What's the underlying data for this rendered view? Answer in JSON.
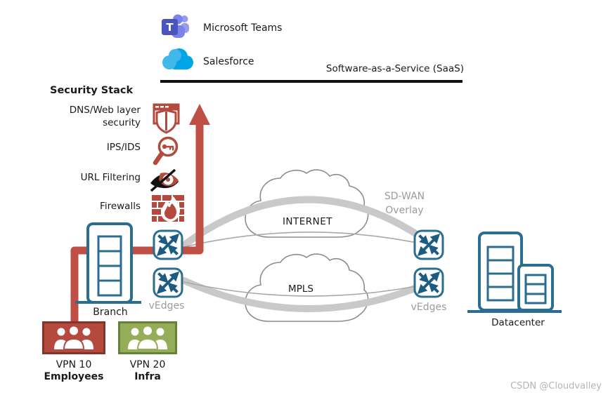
{
  "saas": {
    "teams_label": "Microsoft Teams",
    "teams_initial": "T",
    "salesforce_label": "Salesforce",
    "label": "Software-as-a-Service (SaaS)"
  },
  "security_stack": {
    "title": "Security Stack",
    "items": [
      {
        "label": "DNS/Web layer security",
        "label_line1": "DNS/Web layer",
        "label_line2": "security",
        "icon": "web-security-shield-icon"
      },
      {
        "label": "IPS/IDS",
        "icon": "ips-ids-magnifier-key-icon"
      },
      {
        "label": "URL Filtering",
        "icon": "url-filtering-eye-icon"
      },
      {
        "label": "Firewalls",
        "icon": "firewall-brick-flame-icon"
      }
    ]
  },
  "branch": {
    "label": "Branch",
    "vedges_label": "vEdges"
  },
  "wan": {
    "internet_label": "INTERNET",
    "mpls_label": "MPLS",
    "overlay_line1": "SD-WAN",
    "overlay_line2": "Overlay"
  },
  "datacenter": {
    "label": "Datacenter",
    "vedges_label": "vEdges"
  },
  "vpns": [
    {
      "id": "VPN 10",
      "name": "Employees",
      "fill": "#b44a3e",
      "border": "#82362a"
    },
    {
      "id": "VPN 20",
      "name": "Infra",
      "fill": "#95ad58",
      "border": "#68813a"
    }
  ],
  "watermark": "CSDN @Cloudvalley",
  "colors": {
    "security_red": "#b44a3e",
    "path_red": "#bf4e45",
    "node_blue": "#2a6d90",
    "arrow_blue": "#1d5c82",
    "tunnel_gray": "#c9c9c9",
    "cloud_outline": "#8c8c8c",
    "label_gray": "#a3a3a3",
    "teams_purple": "#4b53bc",
    "salesforce_blue": "#00a5e8"
  }
}
